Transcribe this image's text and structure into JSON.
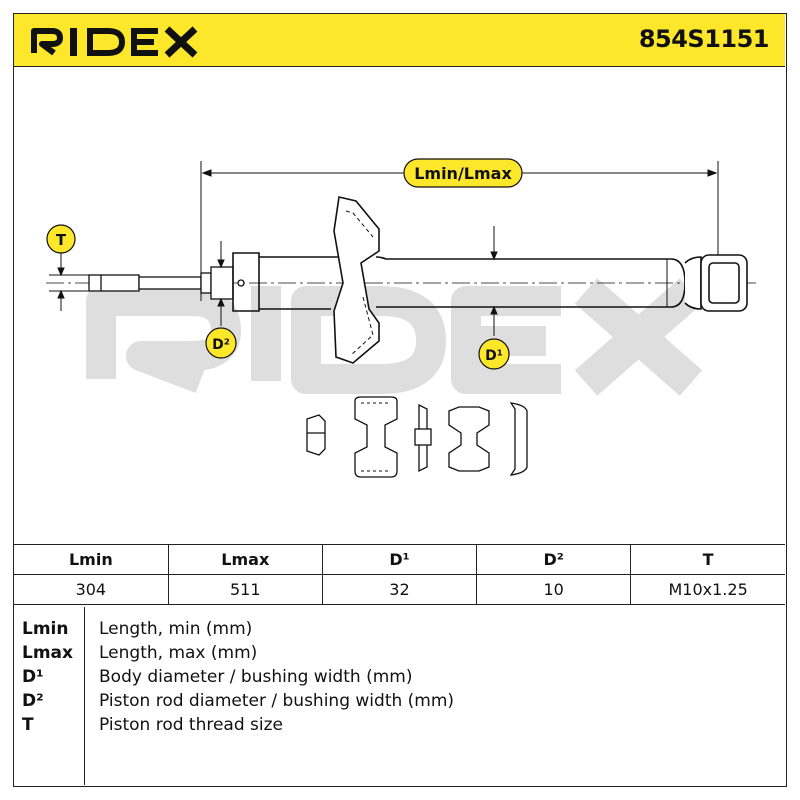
{
  "header": {
    "brand": "RIDEX",
    "part_number": "854S1151",
    "colors": {
      "header_bg": "#fde72b",
      "badge": "#fde72b",
      "line": "#111111",
      "watermark": "#d9d9d9"
    }
  },
  "drawing": {
    "watermark_text": "RIDEX",
    "labels": {
      "length": "Lmin/Lmax",
      "thread": "T",
      "rod_diameter": "D²",
      "body_diameter": "D¹"
    }
  },
  "table": {
    "headers": [
      "Lmin",
      "Lmax",
      "D¹",
      "D²",
      "T"
    ],
    "values": [
      "304",
      "511",
      "32",
      "10",
      "M10x1.25"
    ]
  },
  "legend": [
    {
      "key": "Lmin",
      "desc": "Length, min (mm)"
    },
    {
      "key": "Lmax",
      "desc": "Length, max (mm)"
    },
    {
      "key": "D¹",
      "desc": "Body diameter / bushing width (mm)"
    },
    {
      "key": "D²",
      "desc": "Piston rod diameter / bushing width (mm)"
    },
    {
      "key": "T",
      "desc": "Piston rod thread size"
    }
  ]
}
